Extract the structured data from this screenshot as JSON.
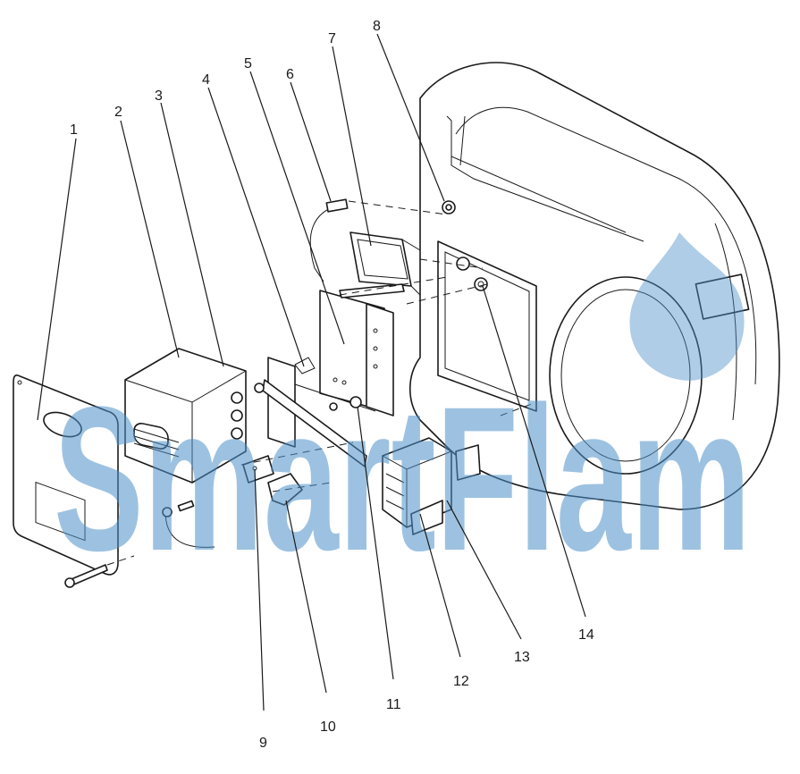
{
  "diagram": {
    "callouts": [
      "1",
      "2",
      "3",
      "4",
      "5",
      "6",
      "7",
      "8",
      "9",
      "10",
      "11",
      "12",
      "13",
      "14"
    ],
    "watermark": "SmartFlam",
    "colors": {
      "line": "#1a1a1a",
      "watermark": "#4d90c8",
      "background": "#ffffff"
    }
  }
}
